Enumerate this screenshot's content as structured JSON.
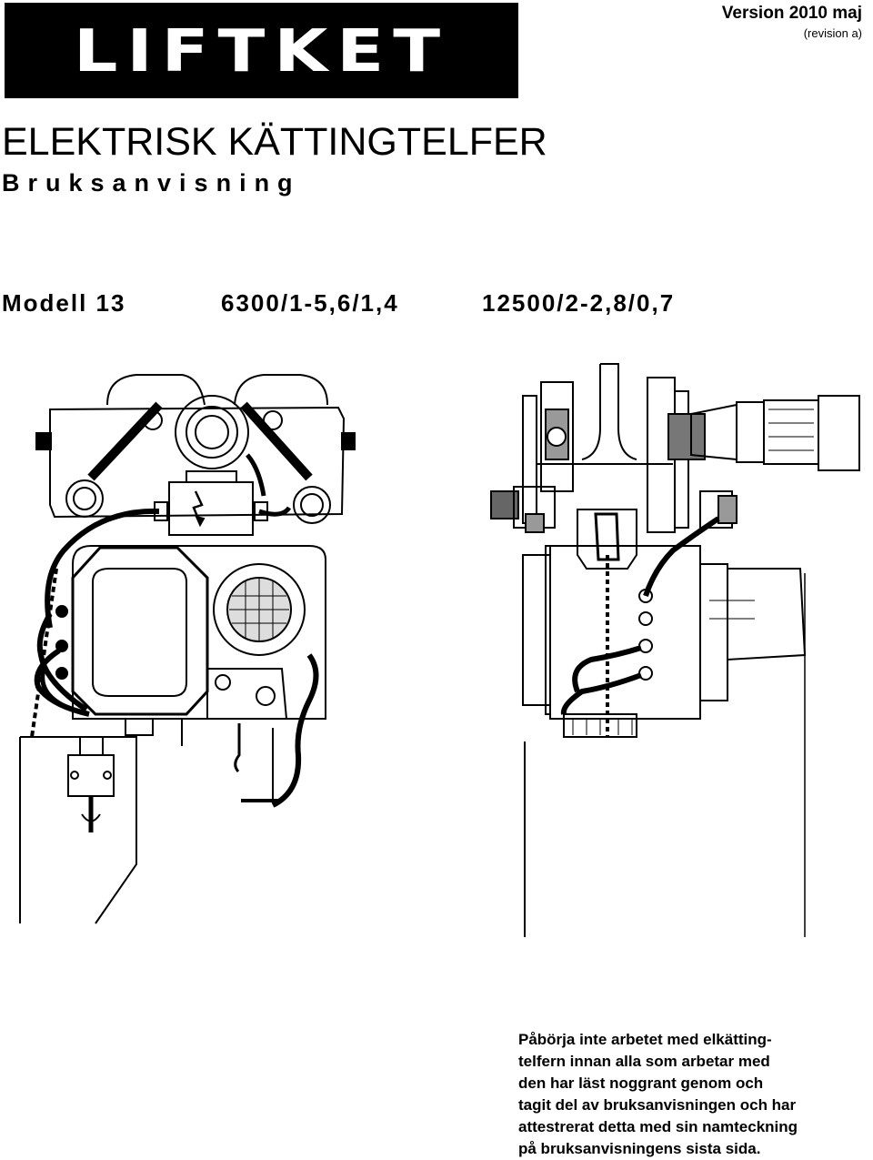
{
  "header": {
    "logo_text": "LIFTKET",
    "version": "Version 2010 maj",
    "revision": "(revision a)"
  },
  "title": "ELEKTRISK KÄTTINGTELFER",
  "subtitle": "Bruksanvisning",
  "models": {
    "label": "Modell 13",
    "variant_1": "6300/1-5,6/1,4",
    "variant_2": "12500/2-2,8/0,7"
  },
  "notice": {
    "lines": [
      "Påbörja inte arbetet med elkätting-",
      "telfern innan alla som arbetar med",
      "den har läst noggrant genom och",
      "tagit del av bruksanvisningen och har",
      "attestrerat detta med sin namteckning",
      "på bruksanvisningens sista sida."
    ]
  }
}
